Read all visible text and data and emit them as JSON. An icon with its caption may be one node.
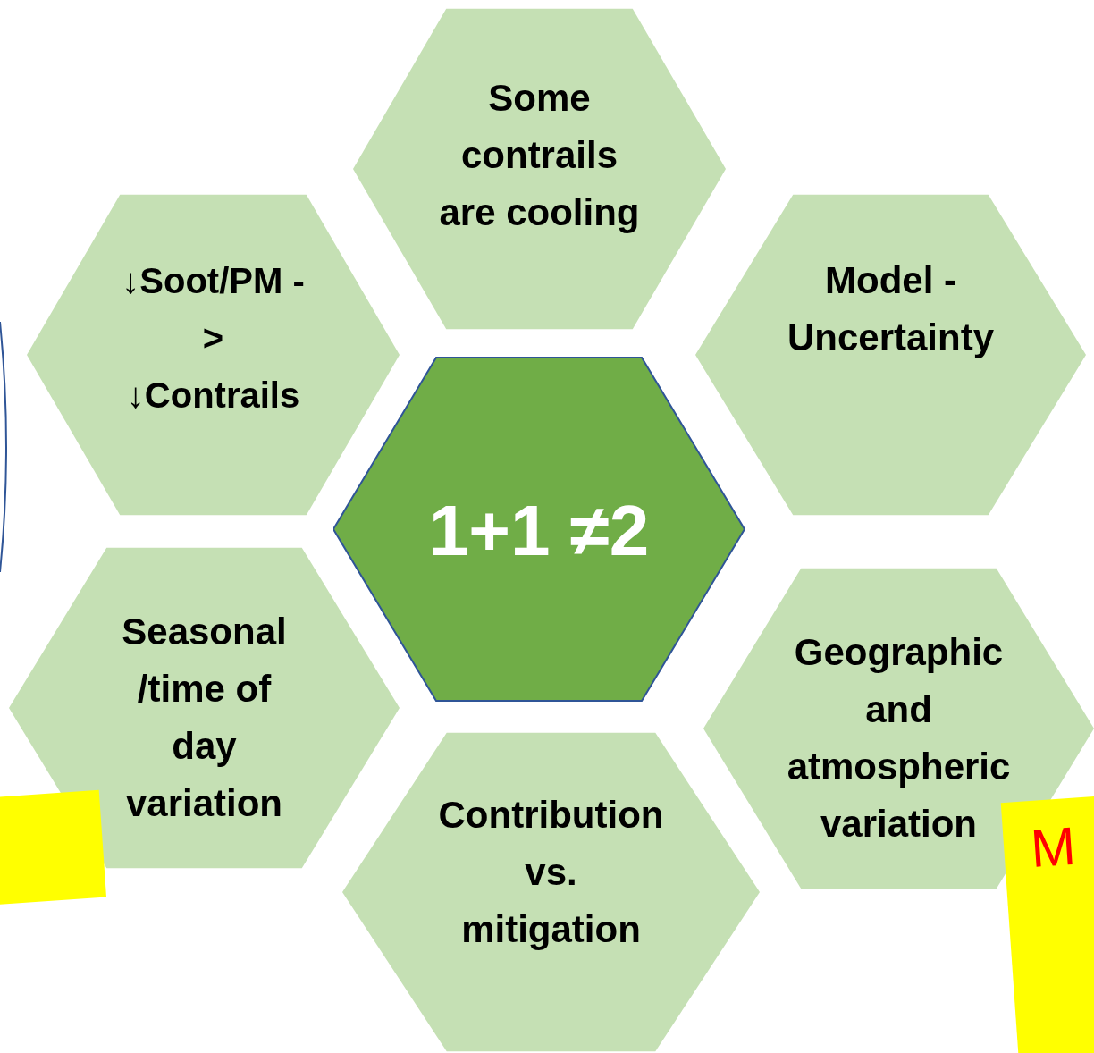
{
  "diagram": {
    "nodes": [
      {
        "text": [
          "Some contrails are cooling"
        ]
      },
      {
        "text": [
          "↓Soot/PM -> ↓Contrails"
        ]
      },
      {
        "text": [
          "Model - Uncertainty"
        ]
      },
      {
        "text": [
          "1+1 ≠2"
        ]
      },
      {
        "text": [
          "Seasonal /time of day variation"
        ]
      },
      {
        "text": [
          "Geographic and atmospheric variation"
        ]
      },
      {
        "text": [
          "Contribution vs. mitigation"
        ]
      },
      {
        "text": [],
        "shape": "box"
      },
      {
        "text": [
          "M"
        ]
      }
    ]
  }
}
